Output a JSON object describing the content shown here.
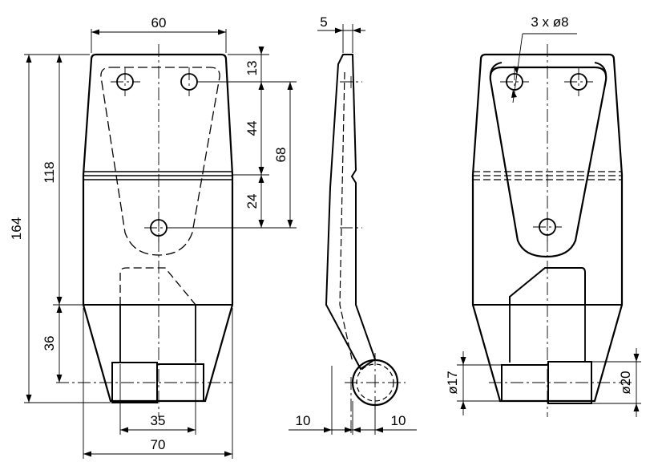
{
  "drawing": {
    "line_color": "#000000",
    "background": "#ffffff"
  },
  "front_view": {
    "dim_top_width": "60",
    "dim_total_height": "164",
    "dim_upper_height": "118",
    "dim_hole_offset": "13",
    "dim_hole_spacing": "44",
    "dim_hole_to_slot": "68",
    "dim_slot_to_hole": "24",
    "dim_lower_height": "36",
    "dim_inner_width": "35",
    "dim_bottom_width": "70"
  },
  "side_view": {
    "dim_thickness": "5",
    "dim_offset_left": "10",
    "dim_offset_right": "10"
  },
  "rear_view": {
    "dim_holes": "3 x ø8",
    "dim_pin_diameter": "ø17",
    "dim_sleeve_diameter": "ø20"
  }
}
